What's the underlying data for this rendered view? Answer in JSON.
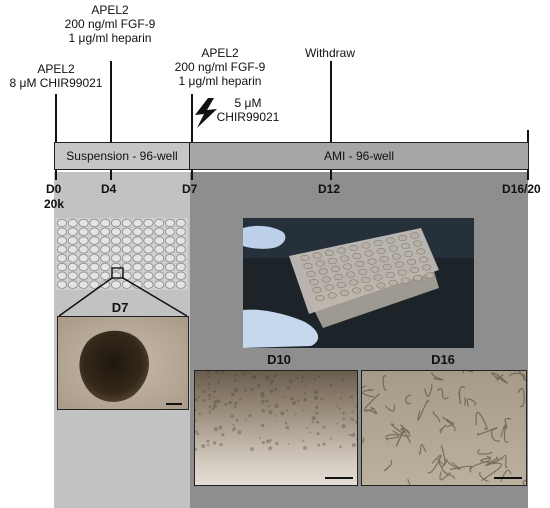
{
  "annotations": {
    "d0": [
      "APEL2",
      "8 μM CHIR99021"
    ],
    "d4": [
      "APEL2",
      "200 ng/ml FGF-9",
      "1 μg/ml heparin"
    ],
    "d7": [
      "APEL2",
      "200 ng/ml FGF-9",
      "1 μg/ml heparin"
    ],
    "pulse": [
      "5 μM",
      "CHIR99021"
    ],
    "d12": "Withdraw"
  },
  "phases": {
    "suspension": "Suspension - 96-well",
    "ami": "AMI - 96-well"
  },
  "days": {
    "d0": "D0",
    "d0_cells": "20k",
    "d4": "D4",
    "d7": "D7",
    "d12": "D12",
    "d16": "D16/20"
  },
  "panels": {
    "inset": "D7",
    "d10": "D10",
    "d16": "D16"
  },
  "colors": {
    "suspension_bg": "#c2c2c2",
    "ami_bg": "#8e8e8e",
    "brightfield": "#b9ab9c",
    "organoid": "#2e2418"
  },
  "icons": {
    "pulse": "lightning-bolt-icon"
  }
}
